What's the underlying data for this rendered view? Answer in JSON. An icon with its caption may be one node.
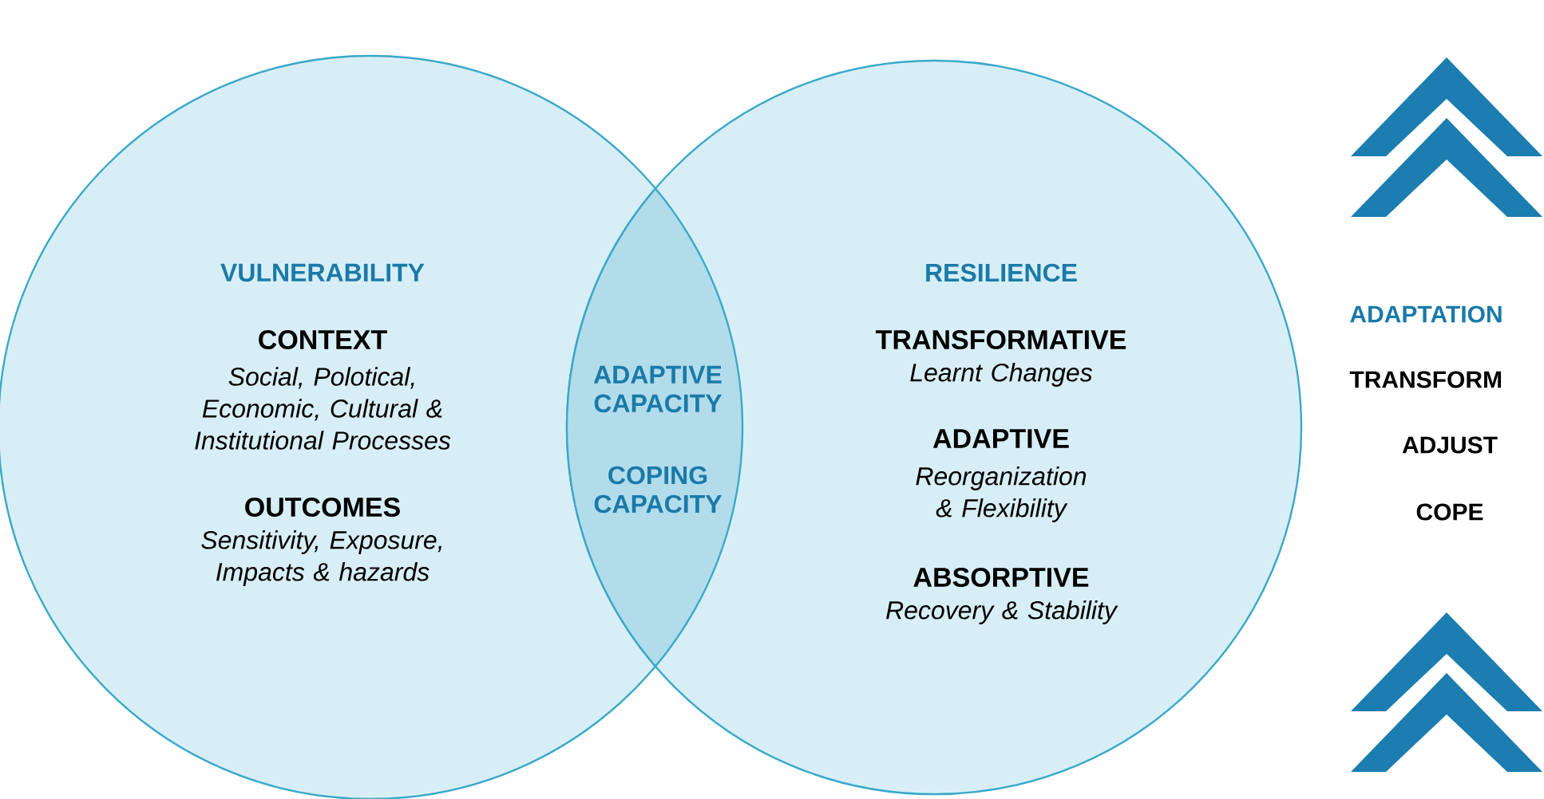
{
  "diagram": {
    "nodes": [
      {
        "text": [
          "VULNERABILITY",
          "CONTEXT",
          "Social, Polotical, Economic, Cultural & Institutional Processes",
          "OUTCOMES",
          "Sensitivity, Exposure, Impacts & hazards"
        ]
      },
      {
        "text": [
          "RESILIENCE",
          "TRANSFORMATIVE",
          "Learnt Changes",
          "ADAPTIVE",
          "Reorganization & Flexibility",
          "ABSORPTIVE",
          "Recovery & Stability"
        ]
      },
      {
        "text": [
          "ADAPTIVE CAPACITY",
          "COPING CAPACITY"
        ]
      }
    ],
    "labels": [
      "ADAPTATION",
      "TRANSFORM",
      "ADJUST",
      "COPE"
    ]
  }
}
